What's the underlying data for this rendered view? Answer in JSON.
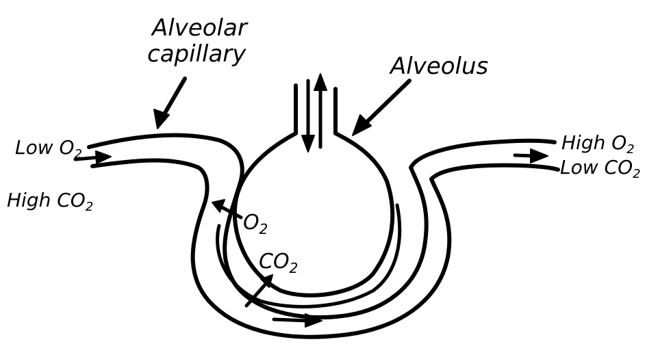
{
  "labels": {
    "capillary_line1": "Alveolar",
    "capillary_line2": "capillary",
    "alveolus": "Alveolus",
    "in_o2": "Low O",
    "in_o2_sub": "2",
    "in_co2": "High CO",
    "in_co2_sub": "2",
    "out_o2": "High O",
    "out_o2_sub": "2",
    "out_co2": "Low CO",
    "out_co2_sub": "2",
    "diff_o2": "O",
    "diff_o2_sub": "2",
    "diff_co2": "CO",
    "diff_co2_sub": "2"
  },
  "colors": {
    "ink": "#000000",
    "paper": "#ffffff"
  }
}
